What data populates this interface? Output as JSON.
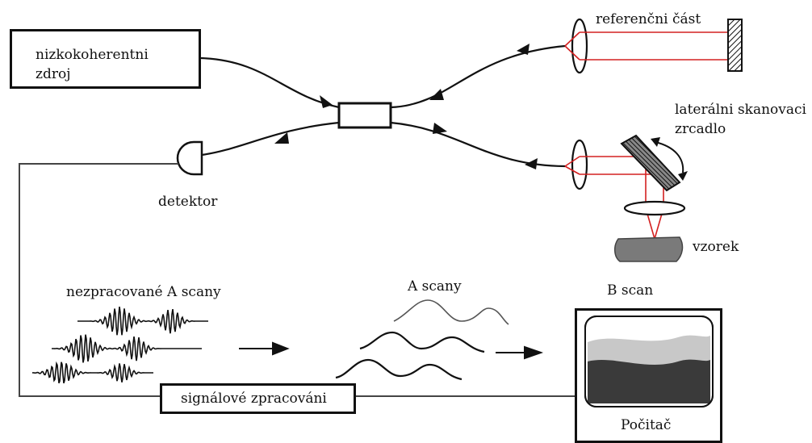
{
  "labels": {
    "source_line1": "nizkokoherentni",
    "source_line2": "zdroj",
    "reference": "referenčni část",
    "scan_mirror_line1": "laterálni skanovaci",
    "scan_mirror_line2": "zrcadlo",
    "detector": "detektor",
    "sample": "vzorek",
    "raw_ascans": "nezpracované A scany",
    "ascans": "A scany",
    "bscan": "B scan",
    "signal_processing": "signálové zpracováni",
    "computer": "Počitač"
  },
  "colors": {
    "line": "#111111",
    "beam": "#d42020",
    "sample_fill": "#7a7a7a",
    "screen_light": "#c8c8c8",
    "screen_dark": "#3a3a3a"
  }
}
